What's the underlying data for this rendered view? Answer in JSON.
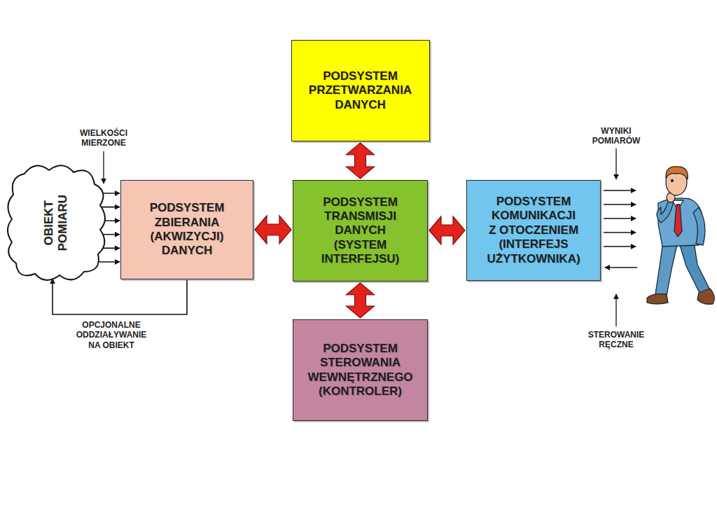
{
  "diagram": {
    "nodes": [
      {
        "text": [
          "PODSYSTEM PRZETWARZANIA DANYCH"
        ]
      },
      {
        "text": [
          "OBIEKT POMIARU"
        ]
      },
      {
        "text": [
          "PODSYSTEM ZBIERANIA (AKWIZYCJI) DANYCH"
        ]
      },
      {
        "text": [
          "PODSYSTEM TRANSMISJI DANYCH (SYSTEM INTERFEJSU)"
        ]
      },
      {
        "text": [
          "PODSYSTEM KOMUNIKACJI Z OTOCZENIEM (INTERFEJS UŻYTKOWNIKA)"
        ]
      },
      {
        "text": [
          "PODSYSTEM STEROWANIA WEWNĘTRZNEGO (KONTROLER)"
        ]
      }
    ],
    "edges": [
      {
        "from": 1,
        "to": 2,
        "arrow": "to"
      },
      {
        "from": 1,
        "to": 2,
        "arrow": "to"
      },
      {
        "from": 1,
        "to": 2,
        "arrow": "to"
      },
      {
        "from": 1,
        "to": 2,
        "arrow": "to"
      },
      {
        "from": 1,
        "to": 2,
        "arrow": "to"
      },
      {
        "from": 1,
        "to": 2,
        "arrow": "to"
      },
      {
        "from": 2,
        "to": 1,
        "arrow": "to",
        "label": "OPCJONALNE ODDZIAŁYWANIE NA OBIEKT"
      },
      {
        "from": 2,
        "to": 3,
        "arrow": "both"
      },
      {
        "from": 3,
        "to": 0,
        "arrow": "both"
      },
      {
        "from": 3,
        "to": 4,
        "arrow": "both"
      },
      {
        "from": 3,
        "to": 5,
        "arrow": "both"
      }
    ],
    "labels": [
      "WIELKOŚCI MIERZONE",
      "WYNIKI POMIARÓW",
      "STEROWANIE RĘCZNE"
    ]
  }
}
